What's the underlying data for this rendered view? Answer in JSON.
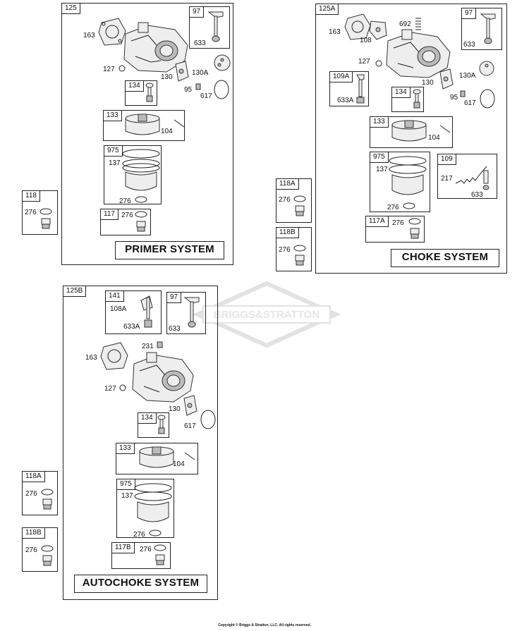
{
  "watermark": "BRIGGS&STRATTON",
  "footer": "Copyright © Briggs & Stratton, LLC. All rights reserved.",
  "primer": {
    "tag": "125",
    "title": "PRIMER SYSTEM",
    "labels": {
      "l163": "163",
      "l127": "127",
      "l130": "130",
      "l130a": "130A",
      "l95": "95",
      "l617": "617",
      "l104": "104",
      "l137": "137",
      "l276": "276"
    },
    "b97": {
      "tag": "97",
      "l633": "633"
    },
    "b134": {
      "tag": "134"
    },
    "b133": {
      "tag": "133"
    },
    "b975": {
      "tag": "975"
    },
    "b117": {
      "tag": "117",
      "l276": "276"
    }
  },
  "b118": {
    "tag": "118",
    "l276": "276"
  },
  "choke": {
    "tag": "125A",
    "title": "CHOKE SYSTEM",
    "labels": {
      "l163": "163",
      "l108": "108",
      "l692": "692",
      "l127": "127",
      "l130": "130",
      "l130a": "130A",
      "l95": "95",
      "l617": "617",
      "l104": "104",
      "l137": "137",
      "l276": "276"
    },
    "b97": {
      "tag": "97",
      "l633": "633"
    },
    "b109a": {
      "tag": "109A",
      "l633a": "633A"
    },
    "b134": {
      "tag": "134"
    },
    "b133": {
      "tag": "133"
    },
    "b975": {
      "tag": "975"
    },
    "b109": {
      "tag": "109",
      "l217": "217",
      "l633": "633"
    },
    "b117a": {
      "tag": "117A",
      "l276": "276"
    }
  },
  "b118a_top": {
    "tag": "118A",
    "l276": "276"
  },
  "b118b_top": {
    "tag": "118B",
    "l276": "276"
  },
  "auto": {
    "tag": "125B",
    "title": "AUTOCHOKE SYSTEM",
    "labels": {
      "l231": "231",
      "l163": "163",
      "l127": "127",
      "l130": "130",
      "l617": "617",
      "l104": "104",
      "l137": "137",
      "l276": "276"
    },
    "b141": {
      "tag": "141",
      "l108a": "108A",
      "l633a": "633A"
    },
    "b97": {
      "tag": "97",
      "l633": "633"
    },
    "b134": {
      "tag": "134"
    },
    "b133": {
      "tag": "133"
    },
    "b975": {
      "tag": "975"
    },
    "b117b": {
      "tag": "117B",
      "l276": "276"
    }
  },
  "b118a_bot": {
    "tag": "118A",
    "l276": "276"
  },
  "b118b_bot": {
    "tag": "118B",
    "l276": "276"
  }
}
